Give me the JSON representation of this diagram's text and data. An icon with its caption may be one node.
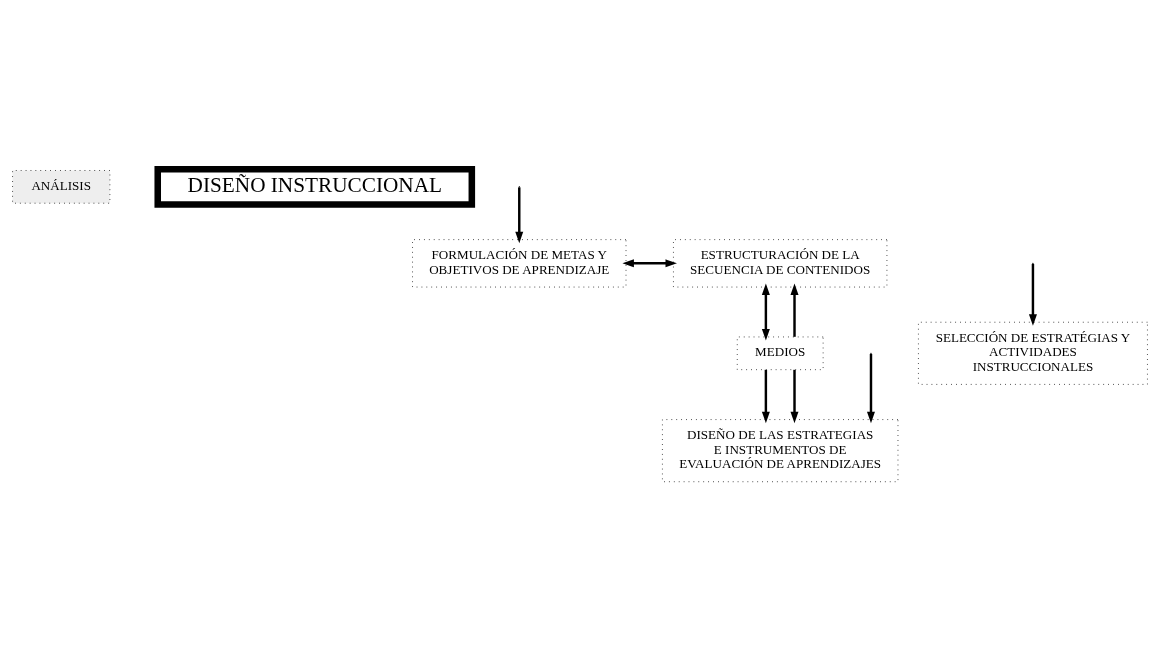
{
  "diagram": {
    "nodes": [
      {
        "text": [
          "ANÁLISIS"
        ]
      },
      {
        "text": [
          "DISEÑO INSTRUCCIONAL"
        ]
      },
      {
        "text": [
          "FORMULACIÓN DE METAS Y OBJETIVOS DE APRENDIZAJE"
        ]
      },
      {
        "text": [
          "ESTRUCTURACIÓN DE LA SECUENCIA DE CONTENIDOS"
        ]
      },
      {
        "text": [
          "SELECCIÓN DE ESTRATÉGIAS Y ACTIVIDADES INSTRUCCIONALES"
        ]
      },
      {
        "text": [
          "MEDIOS"
        ]
      },
      {
        "text": [
          "DISEÑO DE LAS ESTRATEGIAS E INSTRUMENTOS DE EVALUACIÓN DE APRENDIZAJES"
        ]
      }
    ],
    "edges": [
      {
        "from": null,
        "to": 2,
        "arrow": "to"
      },
      {
        "from": null,
        "to": 4,
        "arrow": "to"
      },
      {
        "from": null,
        "to": 6,
        "arrow": "to"
      },
      {
        "from": 2,
        "to": 3,
        "arrow": "both"
      },
      {
        "from": 3,
        "to": 5,
        "arrow": "both"
      },
      {
        "from": 5,
        "to": 6,
        "arrow": "to"
      },
      {
        "from": 5,
        "to": 3,
        "arrow": "to"
      },
      {
        "from": 5,
        "to": 6,
        "arrow": "to"
      }
    ]
  }
}
